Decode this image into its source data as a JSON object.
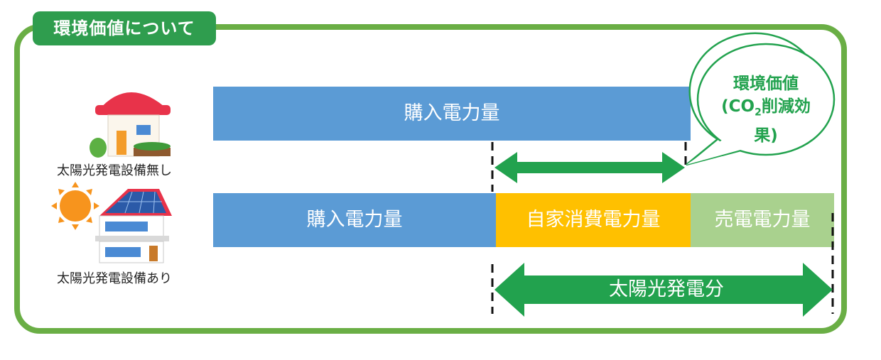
{
  "title": "環境価値について",
  "bubble": {
    "line1": "環境価値",
    "line2_prefix": "(CO",
    "line2_sub": "2",
    "line2_suffix": "削減効果)"
  },
  "rows": {
    "without_solar": {
      "label": "太陽光発電設備無し",
      "purchased": "購入電力量"
    },
    "with_solar": {
      "label": "太陽光発電設備あり",
      "purchased": "購入電力量",
      "self_consumption": "自家消費電力量",
      "sold": "売電電力量"
    }
  },
  "solar_arrow_label": "太陽光発電分",
  "colors": {
    "frame": "#6aae45",
    "title_bg": "#2f9d4e",
    "purchased": "#5b9bd5",
    "self_consumption": "#ffc000",
    "sold": "#a9d18e",
    "arrow": "#22a24e",
    "bubble_text": "#22a24e"
  },
  "icons": [
    "house-icon",
    "solar-house-icon",
    "sun-icon"
  ]
}
